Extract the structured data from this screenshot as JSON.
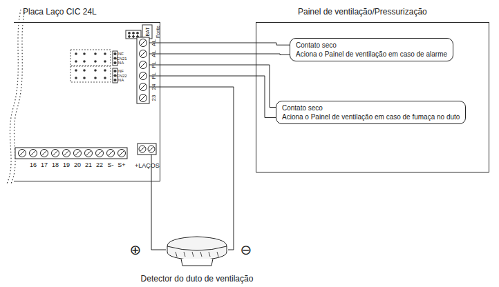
{
  "diagram": {
    "nodes": [
      {
        "text": [
          "Placa Laço CIC 24L"
        ]
      },
      {
        "text": [
          "Painel de ventilação/Pressurização"
        ]
      },
      {
        "text": [
          "Contato seco",
          "Aciona o Painel de ventilação em caso de alarme"
        ],
        "in": 1
      },
      {
        "text": [
          "Contato seco",
          "Aciona o Painel de ventilação em caso de fumaça no duto"
        ],
        "in": 1
      },
      {
        "text": [
          "Detector do duto de ventilação"
        ]
      }
    ],
    "edges": [
      {
        "from": 0,
        "to": 2,
        "arrow": "none"
      },
      {
        "from": 0,
        "to": 2,
        "arrow": "none"
      },
      {
        "from": 0,
        "to": 3,
        "arrow": "none"
      },
      {
        "from": 0,
        "to": 3,
        "arrow": "none"
      },
      {
        "from": 0,
        "to": 4,
        "arrow": "none"
      },
      {
        "from": 0,
        "to": 4,
        "arrow": "none"
      }
    ],
    "labels": [
      "Fonte",
      "BAT",
      "NF",
      "CN21",
      "NA",
      "NF",
      "CN22",
      "NA",
      "AL",
      "AL",
      "FL",
      "FL",
      "24",
      "23",
      "16",
      "17",
      "18",
      "19",
      "20",
      "21",
      "22",
      "S-",
      "S+",
      "+LAÇOS",
      "⊕",
      "⊖"
    ]
  }
}
